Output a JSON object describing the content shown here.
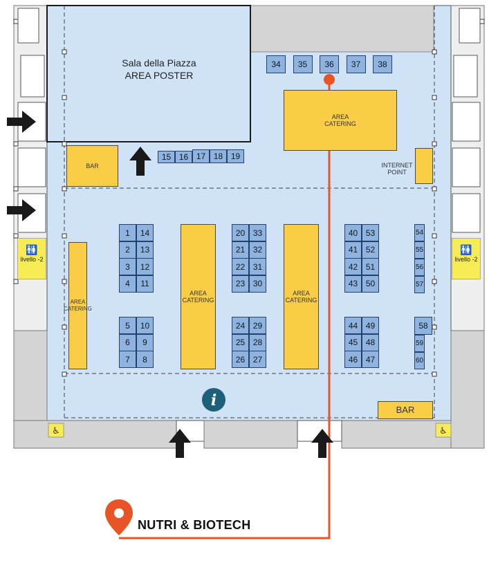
{
  "colors": {
    "floor": "#cfe2f6",
    "booth": "#8fb3df",
    "catering": "#f9cd46",
    "wall": "#d4d4d4",
    "route": "#e85425",
    "info": "#1e5f7a"
  },
  "hall_title": {
    "line1": "Sala della Piazza",
    "line2": "AREA POSTER"
  },
  "bar_left": "BAR",
  "bar_bottom": "BAR",
  "internet_point": {
    "line1": "INTERNET",
    "line2": "POINT"
  },
  "catering_label": {
    "line1": "AREA",
    "line2": "CATERING"
  },
  "wc_label": "livello -2",
  "legend": {
    "pin_icon": "map-pin-icon",
    "label": "NUTRI & BIOTECH"
  },
  "booths": {
    "top_row": [
      "34",
      "35",
      "36",
      "37",
      "38"
    ],
    "poster_row": [
      "15",
      "16",
      "17",
      "18",
      "19"
    ],
    "col_a_top": [
      [
        "1",
        "14"
      ],
      [
        "2",
        "13"
      ],
      [
        "3",
        "12"
      ],
      [
        "4",
        "11"
      ]
    ],
    "col_a_bottom": [
      [
        "5",
        "10"
      ],
      [
        "6",
        "9"
      ],
      [
        "7",
        "8"
      ]
    ],
    "col_b_top": [
      [
        "20",
        "33"
      ],
      [
        "21",
        "32"
      ],
      [
        "22",
        "31"
      ],
      [
        "23",
        "30"
      ]
    ],
    "col_b_bottom": [
      [
        "24",
        "29"
      ],
      [
        "25",
        "28"
      ],
      [
        "26",
        "27"
      ]
    ],
    "col_c_top": [
      [
        "40",
        "53"
      ],
      [
        "41",
        "52"
      ],
      [
        "42",
        "51"
      ],
      [
        "43",
        "50"
      ]
    ],
    "col_c_bottom": [
      [
        "44",
        "49"
      ],
      [
        "45",
        "48"
      ],
      [
        "46",
        "47"
      ]
    ],
    "col_d_top": [
      "54",
      "55",
      "56",
      "57"
    ],
    "col_d_bottom": [
      "58",
      "59",
      "60"
    ]
  },
  "highlighted_booth": "36"
}
